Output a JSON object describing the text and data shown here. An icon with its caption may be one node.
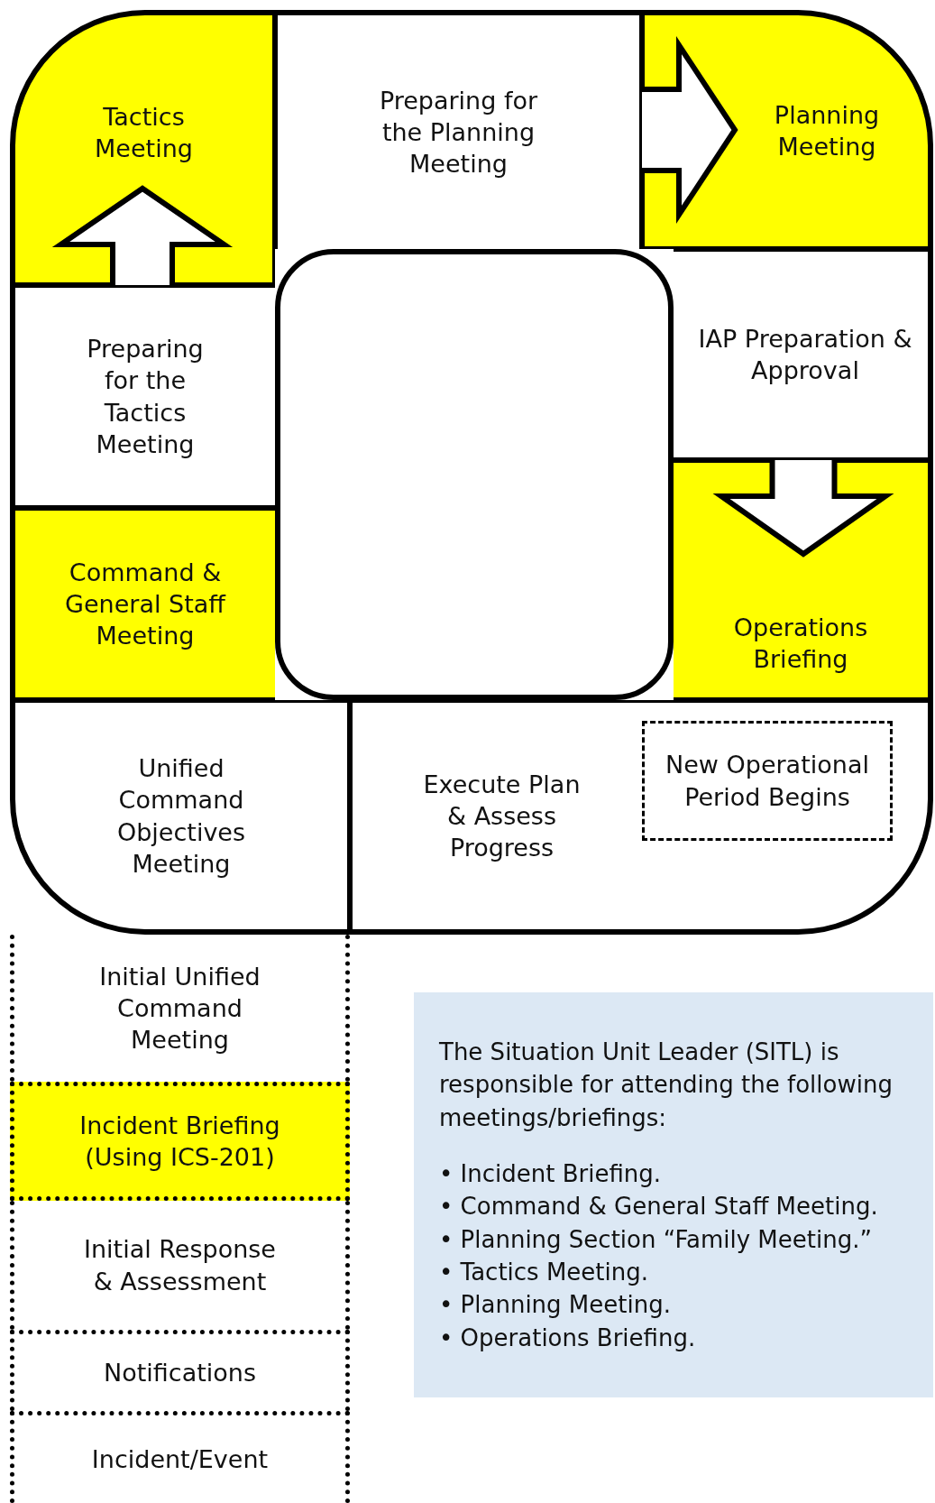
{
  "diagram": {
    "nodes": [
      {
        "text": [
          "Tactics Meeting"
        ]
      },
      {
        "text": [
          "Preparing for the Planning Meeting"
        ]
      },
      {
        "text": [
          "Planning Meeting"
        ]
      },
      {
        "text": [
          "Preparing for the Tactics Meeting"
        ]
      },
      {
        "text": [
          "IAP Preparation & Approval"
        ]
      },
      {
        "text": [
          "Command & General Staff Meeting"
        ]
      },
      {
        "text": [
          "Operations Briefing"
        ]
      },
      {
        "text": [
          "Unified Command Objectives Meeting"
        ]
      },
      {
        "text": [
          "Execute Plan & Assess Progress"
        ]
      },
      {
        "text": [
          "New Operational Period Begins"
        ],
        "in": 8
      },
      {
        "text": [
          "Initial Unified Command Meeting"
        ]
      },
      {
        "text": [
          "Incident Briefing (Using ICS-201)"
        ]
      },
      {
        "text": [
          "Initial Response & Assessment"
        ]
      },
      {
        "text": [
          "Notifications"
        ]
      },
      {
        "text": [
          "Incident/Event"
        ]
      },
      {
        "text": [
          "The Situation Unit Leader (SITL) is responsible for attending the following meetings/briefings:",
          "• Incident Briefing.",
          "• Command & General Staff Meeting.",
          "• Planning Section “Family Meeting.”",
          "• Tactics Meeting.",
          "• Planning Meeting.",
          "• Operations Briefing."
        ]
      },
      {
        "text": [],
        "shape": "box"
      }
    ],
    "edges": [
      {
        "from": 3,
        "to": 0,
        "arrow": "to"
      },
      {
        "from": 1,
        "to": 2,
        "arrow": "to"
      },
      {
        "from": 4,
        "to": 6,
        "arrow": "to"
      }
    ]
  }
}
